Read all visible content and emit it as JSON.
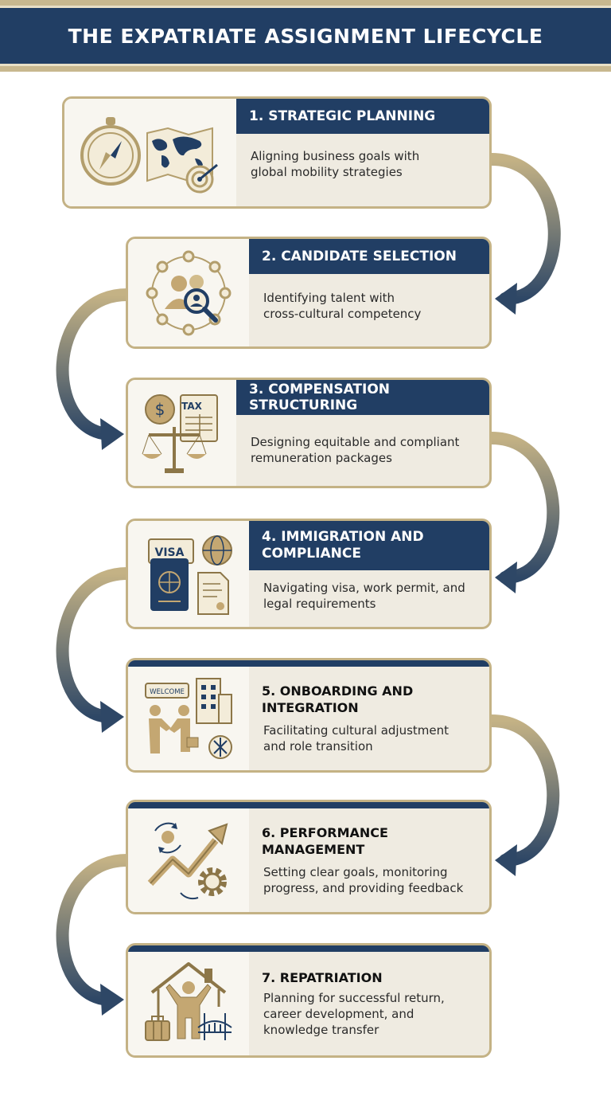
{
  "title": "THE EXPATRIATE ASSIGNMENT LIFECYCLE",
  "steps": [
    {
      "title": "1. STRATEGIC PLANNING",
      "desc_lines": [
        "Aligning business goals with",
        "global mobility strategies"
      ],
      "icon": "compass-map-target-icon"
    },
    {
      "title": "2. CANDIDATE SELECTION",
      "desc_lines": [
        "Identifying talent with",
        "cross-cultural competency"
      ],
      "icon": "talent-search-network-icon"
    },
    {
      "title": "3. COMPENSATION STRUCTURING",
      "desc_lines": [
        "Designing equitable and compliant",
        "remuneration packages"
      ],
      "icon": "scale-tax-coin-icon",
      "icon_labels": {
        "tax": "TAX",
        "coin": "$"
      }
    },
    {
      "title_lines": [
        "4. IMMIGRATION AND",
        "COMPLIANCE"
      ],
      "desc_lines": [
        "Navigating visa, work permit, and",
        "legal requirements"
      ],
      "icon": "visa-passport-globe-icon",
      "icon_labels": {
        "visa": "VISA"
      }
    },
    {
      "title_lines": [
        "5. ONBOARDING AND",
        "INTEGRATION"
      ],
      "desc_lines": [
        "Facilitating cultural adjustment",
        "and role transition"
      ],
      "icon": "welcome-handshake-building-icon",
      "icon_labels": {
        "welcome": "WELCOME"
      }
    },
    {
      "title_lines": [
        "6. PERFORMANCE",
        "MANAGEMENT"
      ],
      "desc_lines": [
        "Setting clear goals, monitoring",
        "progress, and providing feedback"
      ],
      "icon": "growth-arrow-gear-icon"
    },
    {
      "title": "7. REPATRIATION",
      "desc_lines": [
        "Planning for successful return,",
        "career development, and",
        "knowledge transfer"
      ],
      "icon": "home-return-luggage-icon"
    }
  ],
  "colors": {
    "navy": "#213e64",
    "gold": "#c4b285",
    "cream": "#efebe1"
  }
}
